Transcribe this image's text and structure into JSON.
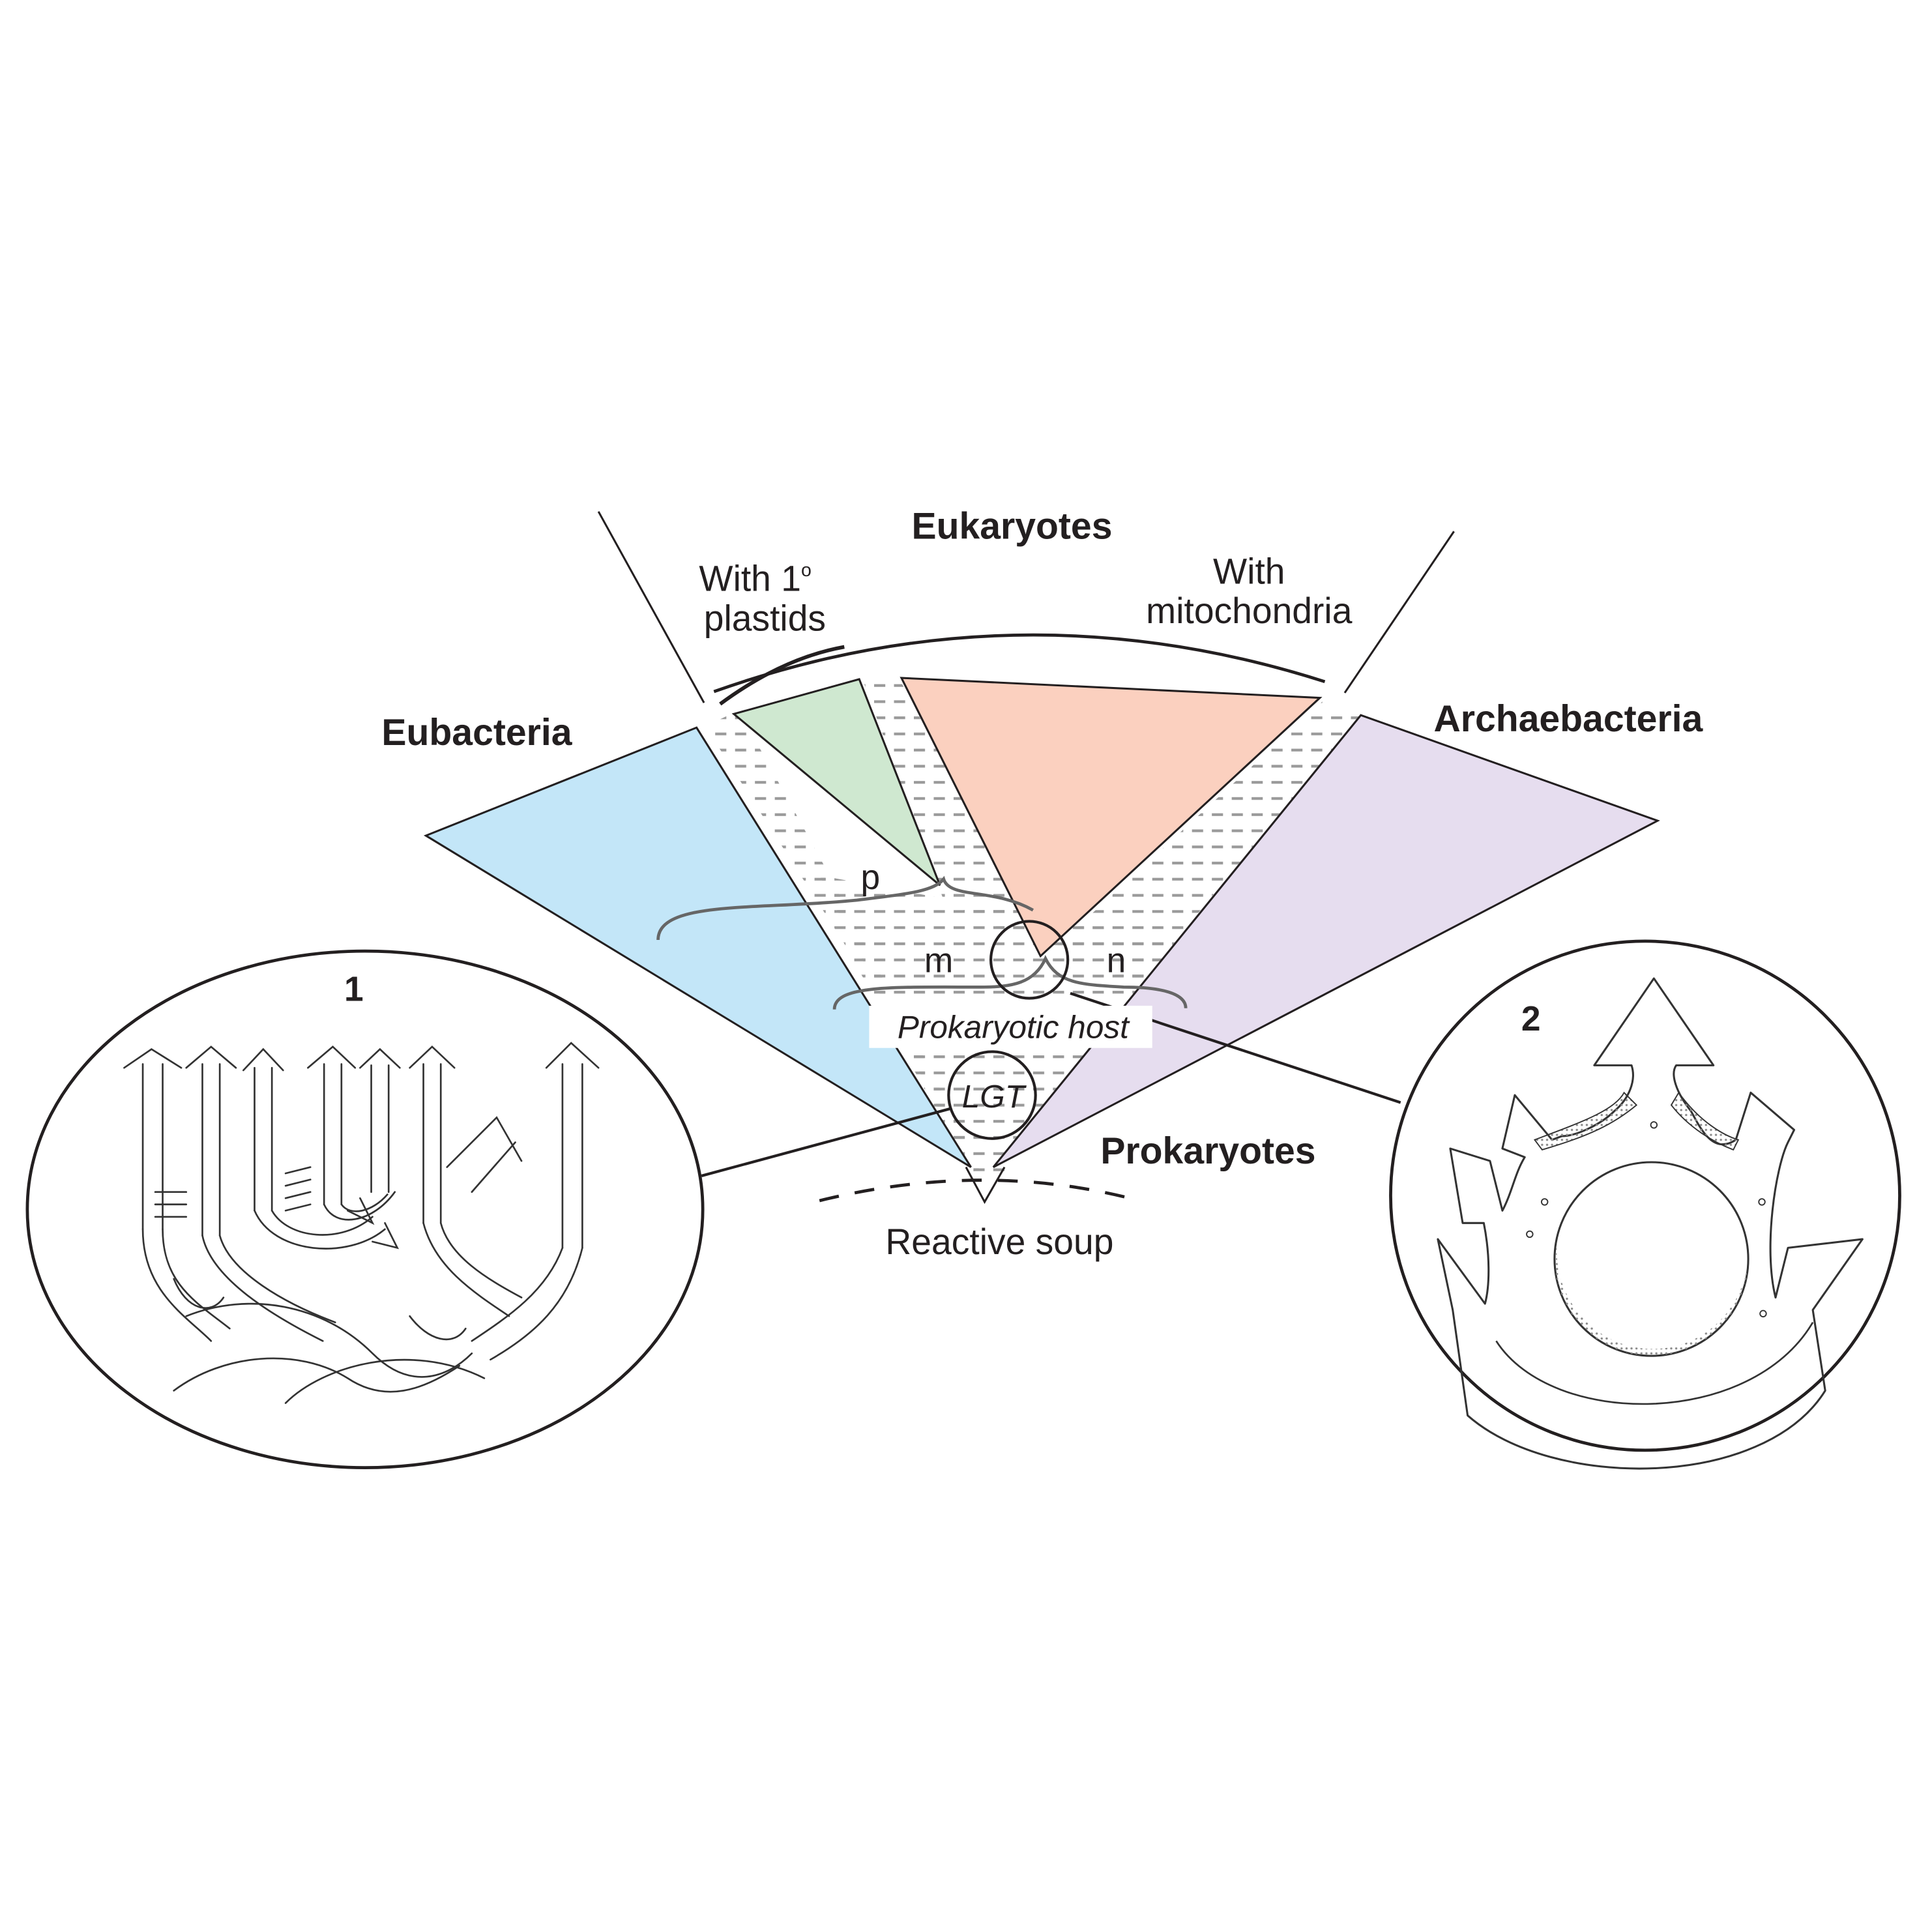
{
  "labels": {
    "eukaryotes": "Eukaryotes",
    "with_plastids": "With 1",
    "degree_mark": "o",
    "plastids": "plastids",
    "with": "With",
    "mitochondria": "mitochondria",
    "eubacteria": "Eubacteria",
    "archaebacteria": "Archaebacteria",
    "prokaryotes": "Prokaryotes",
    "reactive_soup": "Reactive soup",
    "prokaryotic_host": "Prokaryotic host",
    "lgt": "LGT",
    "p": "p",
    "m": "m",
    "n": "n",
    "inset1": "1",
    "inset2": "2"
  },
  "colors": {
    "eubacteria": "#c3e6f8",
    "plastids": "#cfe8d0",
    "mitochondria": "#fbd0bf",
    "archaebacteria": "#e6ddef",
    "stipple": "#9a9a9a",
    "ink": "#231f20"
  }
}
